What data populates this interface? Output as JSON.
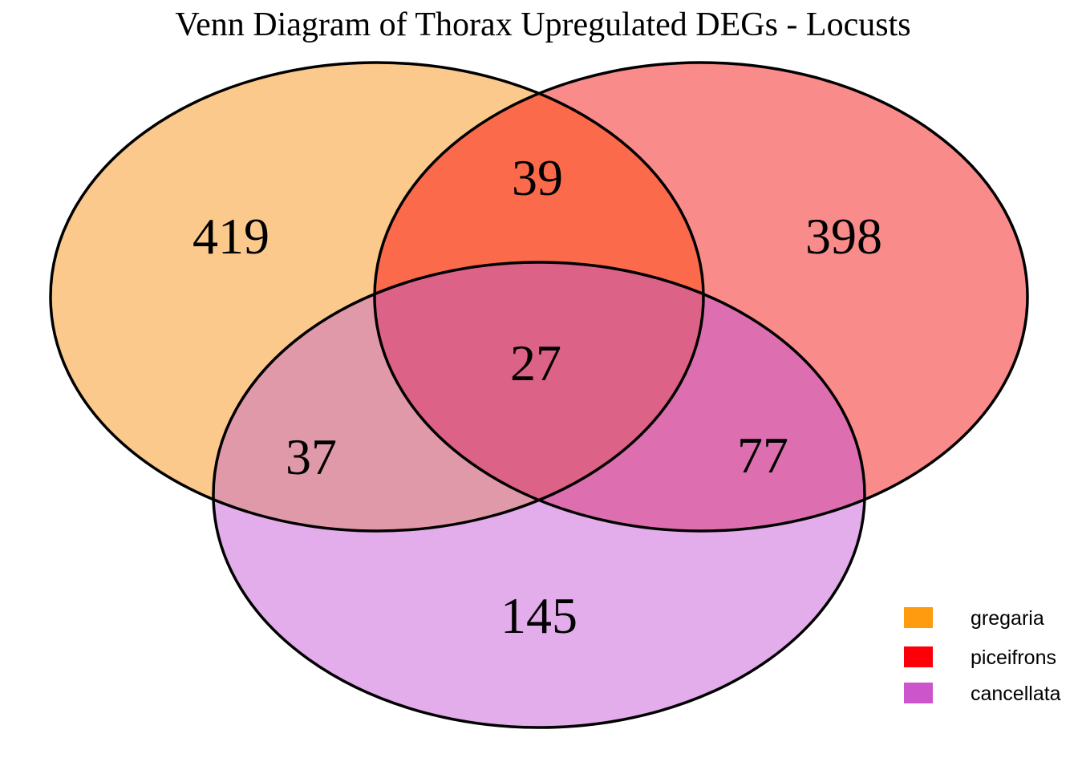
{
  "title": "Venn Diagram of Thorax Upregulated DEGs - Locusts",
  "chart_data": {
    "type": "venn",
    "sets": [
      "gregaria",
      "piceifrons",
      "cancellata"
    ],
    "regions": [
      {
        "sets": [
          "gregaria"
        ],
        "value": 419
      },
      {
        "sets": [
          "piceifrons"
        ],
        "value": 398
      },
      {
        "sets": [
          "cancellata"
        ],
        "value": 145
      },
      {
        "sets": [
          "gregaria",
          "piceifrons"
        ],
        "value": 39
      },
      {
        "sets": [
          "gregaria",
          "cancellata"
        ],
        "value": 37
      },
      {
        "sets": [
          "piceifrons",
          "cancellata"
        ],
        "value": 77
      },
      {
        "sets": [
          "gregaria",
          "piceifrons",
          "cancellata"
        ],
        "value": 27
      }
    ],
    "values": {
      "gregaria_only": "419",
      "piceifrons_only": "398",
      "cancellata_only": "145",
      "gregaria_piceifrons": "39",
      "gregaria_cancellata": "37",
      "piceifrons_cancellata": "77",
      "all_three": "27"
    }
  },
  "colors": {
    "gregaria_only": "#FBC98C",
    "piceifrons_only": "#F98B8B",
    "cancellata_only": "#E3ACEA",
    "gregaria_piceifrons": "#FB6A4A",
    "gregaria_cancellata": "#E099A9",
    "piceifrons_cancellata": "#DD6FB0",
    "all_three": "#DC6287",
    "outline": "#000000"
  },
  "legend": {
    "items": [
      {
        "label": "gregaria",
        "color": "#FF9B0E"
      },
      {
        "label": "piceifrons",
        "color": "#FB0009"
      },
      {
        "label": "cancellata",
        "color": "#CC55CC"
      }
    ]
  }
}
